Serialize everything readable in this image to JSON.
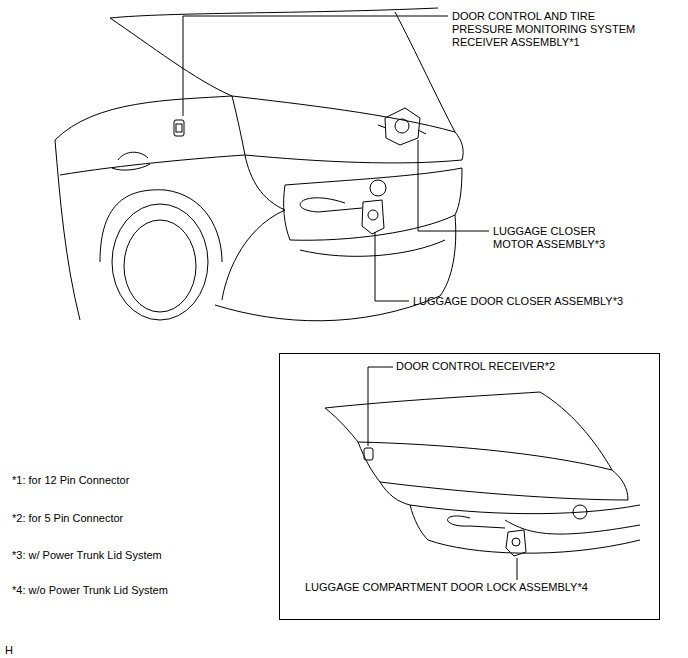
{
  "diagram": {
    "nodes": [
      {
        "text": [
          "DOOR CONTROL RECEIVER*2",
          "LUGGAGE COMPARTMENT DOOR LOCK ASSEMBLY*4"
        ]
      }
    ],
    "labels": [
      "DOOR CONTROL AND TIRE PRESSURE MONITORING SYSTEM RECEIVER ASSEMBLY*1",
      "LUGGAGE CLOSER MOTOR ASSEMBLY*3",
      "LUGGAGE DOOR CLOSER ASSEMBLY*3",
      "*1: for 12 Pin Connector",
      "*2: for 5 Pin Connector",
      "*3: w/ Power Trunk Lid System",
      "*4: w/o Power Trunk Lid System",
      "H"
    ]
  }
}
